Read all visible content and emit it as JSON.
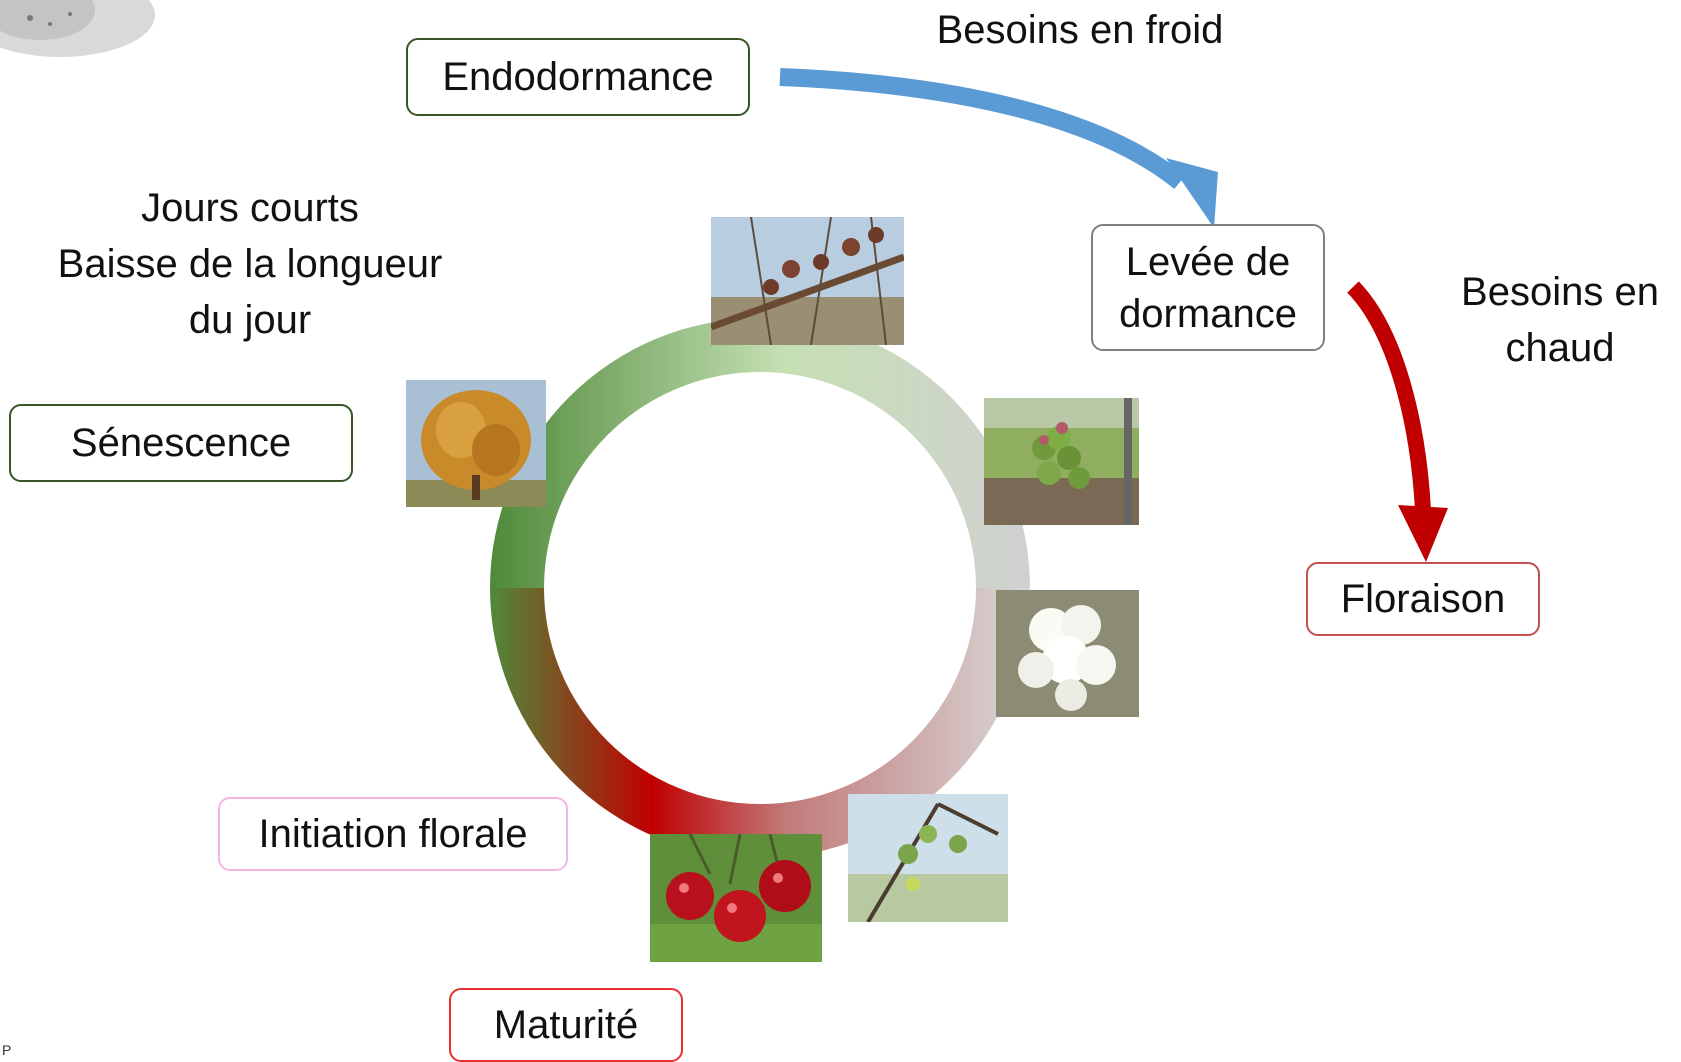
{
  "stages": {
    "endodormance": "Endodormance",
    "levee": "Levée de\ndormance",
    "floraison": "Floraison",
    "maturite": "Maturité",
    "initiation": "Initiation florale",
    "senescence": "Sénescence"
  },
  "annotations": {
    "froid": "Besoins en froid",
    "chaud": "Besoins en\nchaud",
    "jours": "Jours courts\nBaisse de la longueur\ndu jour"
  },
  "corner_mark": "P",
  "colors": {
    "cold_arrow": "#5b9bd5",
    "warm_arrow": "#c00000",
    "border_green": "#375623",
    "border_gray": "#808080",
    "border_red": "#c0504d",
    "border_pink": "#f4b6e6",
    "border_bright_red": "#e8312f",
    "ring_dark_green": "#4f8a3a",
    "ring_light_green": "#c6e0b4",
    "ring_gray": "#d0d0d0",
    "ring_red": "#c00000"
  },
  "photos": {
    "buds": "dormant-buds-photo",
    "green_buds": "green-buds-photo",
    "white_blossom": "white-blossom-photo",
    "fruit_set": "fruit-set-photo",
    "cherries": "ripe-cherries-photo",
    "autumn_tree": "autumn-tree-photo"
  }
}
